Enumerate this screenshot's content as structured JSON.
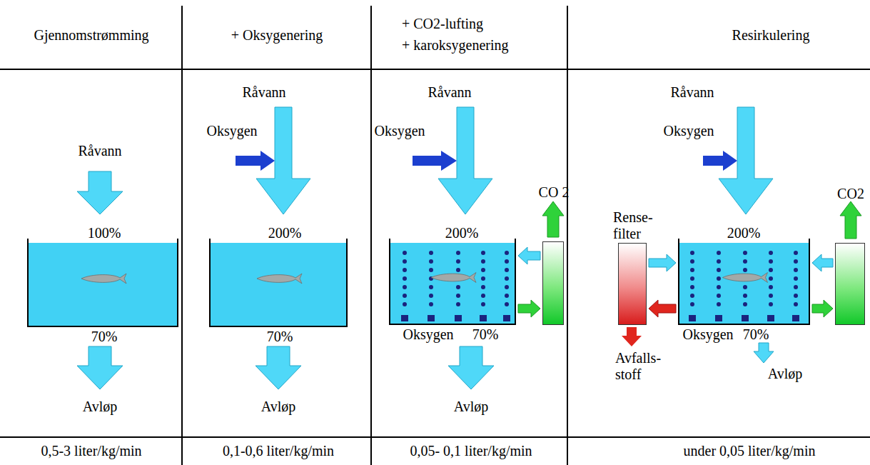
{
  "diagram": {
    "nodes": [
      {
        "text": [
          "100%",
          "70%"
        ]
      },
      {
        "text": [
          "200%",
          "70%"
        ]
      },
      {
        "text": [
          "200%",
          "70%"
        ]
      },
      {
        "text": [
          "CO 2"
        ]
      },
      {
        "text": [
          "Rense-filter"
        ]
      },
      {
        "text": [
          "200%",
          "70%"
        ]
      },
      {
        "text": [
          "CO2"
        ]
      }
    ],
    "edges": [
      {
        "from": 2,
        "to": 3,
        "arrow": "to"
      },
      {
        "from": 3,
        "to": 2,
        "arrow": "to"
      },
      {
        "from": 4,
        "to": 5,
        "arrow": "to"
      },
      {
        "from": 5,
        "to": 4,
        "arrow": "to"
      },
      {
        "from": 6,
        "to": 5,
        "arrow": "to"
      },
      {
        "from": 5,
        "to": 6,
        "arrow": "to"
      }
    ],
    "labels": [
      "Gjennomstrømming",
      "+ Oksygenering",
      "+ CO2-lufting",
      "+ karoksygenering",
      "Resirkulering",
      "Råvann",
      "Oksygen",
      "Råvann",
      "Oksygen",
      "Råvann",
      "Oksygen",
      "Avløp",
      "Avløp",
      "Avløp",
      "Råvann",
      "Oksygen",
      "Avfalls-stoff",
      "Oksygen",
      "Avløp",
      "0,5-3 liter/kg/min",
      "0,1-0,6 liter/kg/min",
      "0,05- 0,1 liter/kg/min",
      "under 0,05 liter/kg/min"
    ]
  }
}
